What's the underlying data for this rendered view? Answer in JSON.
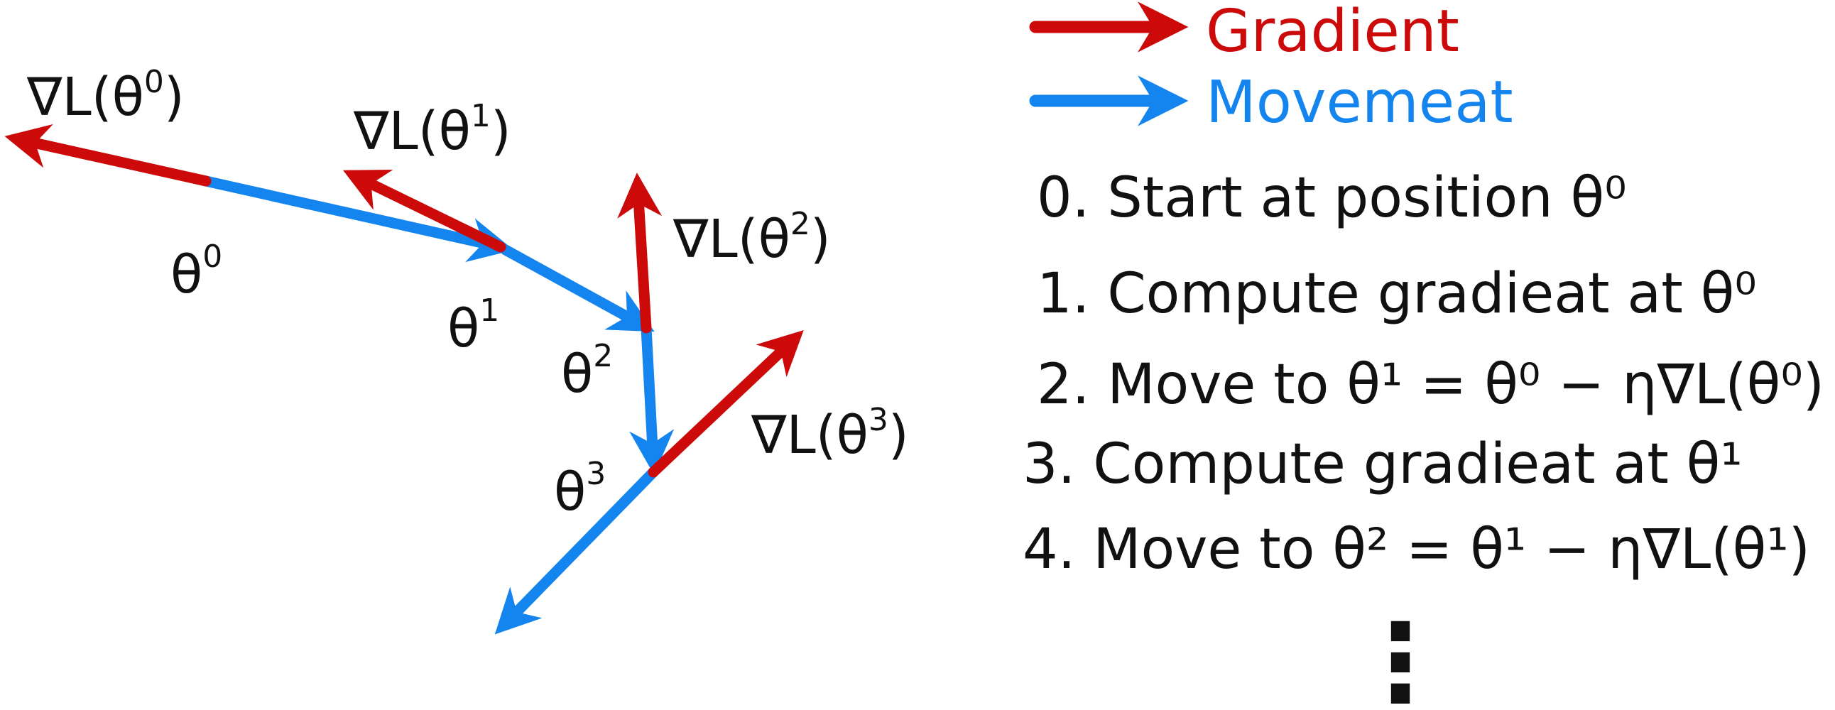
{
  "colors": {
    "gradient": "#cc0a0a",
    "movement": "#1485ee",
    "ink": "#111111",
    "background": "#ffffff"
  },
  "legend": {
    "gradient_label": "Gradient",
    "movement_label": "Movemeat"
  },
  "labels": {
    "grad_theta0": {
      "prefix": "∇L(θ",
      "sup": "0",
      "suffix": ")"
    },
    "grad_theta1": {
      "prefix": "∇L(θ",
      "sup": "1",
      "suffix": ")"
    },
    "grad_theta2": {
      "prefix": "∇L(θ",
      "sup": "2",
      "suffix": ")"
    },
    "grad_theta3": {
      "prefix": "∇L(θ",
      "sup": "3",
      "suffix": ")"
    },
    "theta0": {
      "base": "θ",
      "sup": "0"
    },
    "theta1": {
      "base": "θ",
      "sup": "1"
    },
    "theta2": {
      "base": "θ",
      "sup": "2"
    },
    "theta3": {
      "base": "θ",
      "sup": "3"
    }
  },
  "steps": [
    "0. Start at position θ⁰",
    "1. Compute gradieat at θ⁰",
    "2. Move to θ¹ = θ⁰ − η∇L(θ⁰)",
    "3. Compute gradieat at θ¹",
    "4. Move to θ² = θ¹ − η∇L(θ¹)"
  ],
  "continuation": "⋮"
}
